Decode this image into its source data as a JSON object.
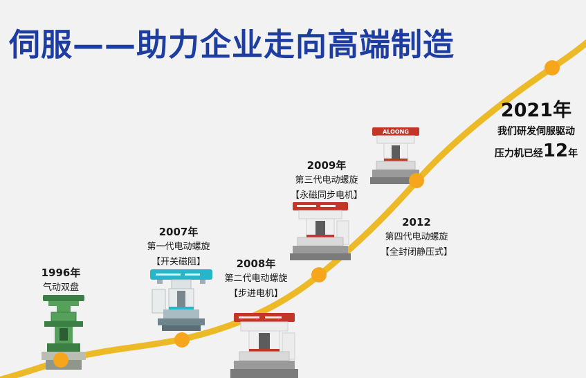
{
  "title": "伺服——助力企业走向高端制造",
  "colors": {
    "title_blue": "#1d3da0",
    "curve_gold": "#ecb927",
    "dot_orange": "#f6a61c",
    "background": "#f2f2f3",
    "text_dark": "#1a1a1a",
    "machine_green": "#55a05b",
    "machine_cyan": "#27b5c8",
    "machine_red": "#c23527"
  },
  "milestones": [
    {
      "year": "1996年",
      "line1": "气动双盘",
      "line2": ""
    },
    {
      "year": "2007年",
      "line1": "第一代电动螺旋",
      "line2": "【开关磁阻】"
    },
    {
      "year": "2008年",
      "line1": "第二代电动螺旋",
      "line2": "【步进电机】"
    },
    {
      "year": "2009年",
      "line1": "第三代电动螺旋",
      "line2": "【永磁同步电机】"
    },
    {
      "year": "2012",
      "line1": "第四代电动螺旋",
      "line2": "【全封闭静压式】"
    }
  ],
  "highlight": {
    "year": "2021年",
    "line1": "我们研发伺服驱动",
    "line2_prefix": "压力机已经",
    "line2_number": "12",
    "line2_suffix": "年"
  },
  "machines": [
    {
      "name": "pneumatic-double-disc-press",
      "color": "#55a05b"
    },
    {
      "name": "gen1-electric-screw-press",
      "color": "#27b5c8"
    },
    {
      "name": "gen2-electric-screw-press",
      "color": "#c23527"
    },
    {
      "name": "gen3-electric-screw-press",
      "color": "#c23527"
    },
    {
      "name": "gen4-electric-screw-press",
      "color": "#c23527",
      "brand": "ALOONG"
    }
  ]
}
